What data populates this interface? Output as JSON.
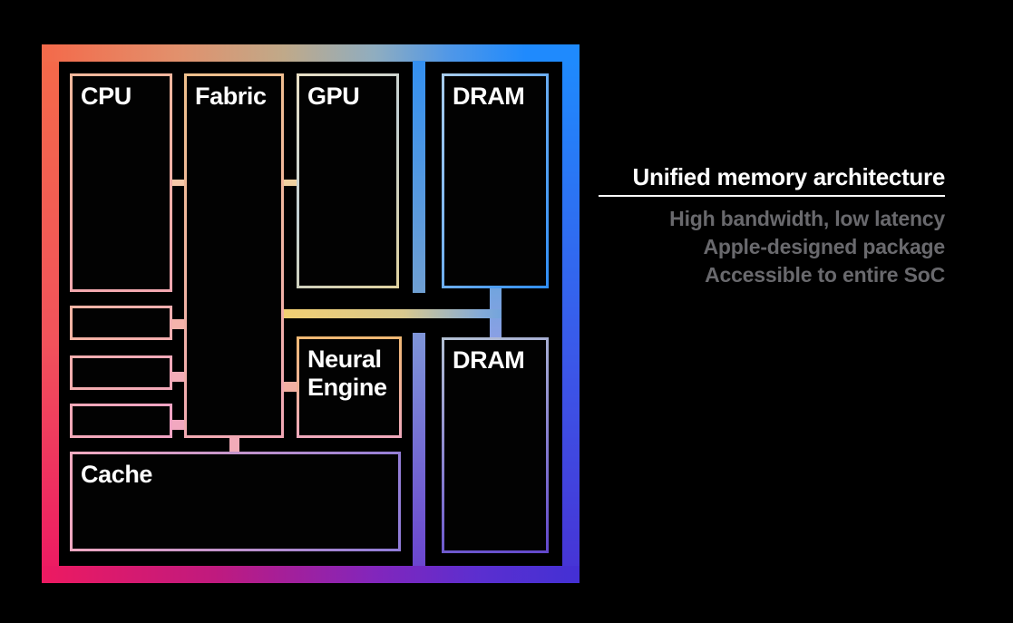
{
  "diagram": {
    "blocks": {
      "cpu": {
        "label": "CPU"
      },
      "fabric": {
        "label": "Fabric"
      },
      "gpu": {
        "label": "GPU"
      },
      "dram_top": {
        "label": "DRAM"
      },
      "neural_engine": {
        "label": "Neural Engine"
      },
      "cache": {
        "label": "Cache"
      },
      "dram_bottom": {
        "label": "DRAM"
      }
    },
    "colors": {
      "frame_top_left": "#f4694a",
      "frame_top_right": "#1f8afd",
      "frame_bottom_left": "#ed1a61",
      "frame_bottom_right": "#4330d4",
      "block_fill": "#020202",
      "label_text": "#ffffff"
    }
  },
  "panel": {
    "title": "Unified memory architecture",
    "title_color": "#ffffff",
    "bullet_color": "#69696d",
    "bullets": [
      "High bandwidth, low latency",
      "Apple-designed package",
      "Accessible to entire SoC"
    ]
  }
}
